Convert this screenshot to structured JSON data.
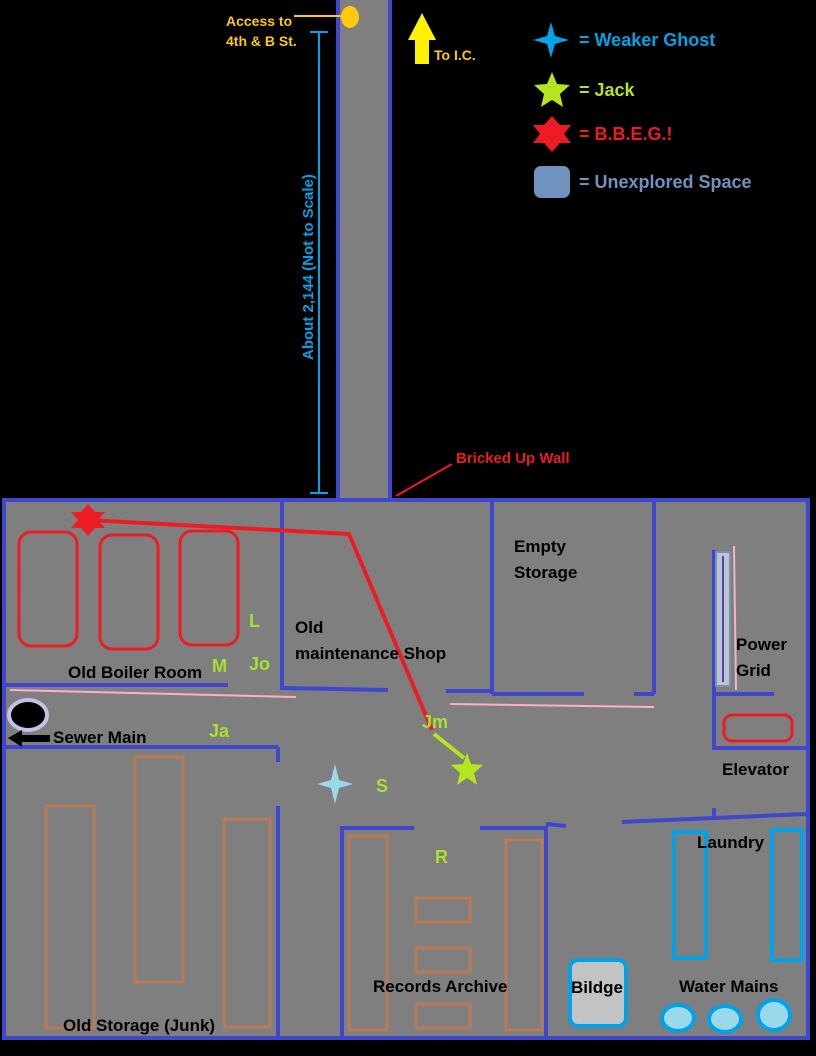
{
  "colors": {
    "background": "#000000",
    "floor": "#7f7f7f",
    "wall": "#3f48cc",
    "route": "#ed1c24",
    "boiler": "#ed1c24",
    "storage_racks": "#b97a57",
    "laundry": "#00a2e8",
    "jack": "#b5e61d",
    "weaker_ghost": "#99d9ea",
    "bbeg": "#ed1c24",
    "unexplored": "#7092be",
    "access": "#ffc90e",
    "pink_line": "#ffaec9",
    "legend_ghost": "#00a2e8",
    "legend_jack": "#b5e61d",
    "legend_bbeg": "#ed1c24",
    "legend_unexplored": "#7092be"
  },
  "top_notes": {
    "access_line1": "Access to",
    "access_line2": "4th & B St.",
    "to_ic": "To I.C.",
    "scale_note": "About 2,144 (Not to Scale)",
    "bricked_wall": "Bricked Up Wall"
  },
  "legend": {
    "weaker_ghost": "= Weaker Ghost",
    "jack": "= Jack",
    "bbeg": "= B.B.E.G.!",
    "unexplored": "= Unexplored Space"
  },
  "rooms": {
    "boiler": "Old Boiler Room",
    "maintenance_line1": "Old",
    "maintenance_line2": "maintenance Shop",
    "empty_line1": "Empty",
    "empty_line2": "Storage",
    "power_line1": "Power",
    "power_line2": "Grid",
    "elevator": "Elevator",
    "sewer": "Sewer Main",
    "laundry": "Laundry",
    "records": "Records Archive",
    "bildge": "Bildge",
    "water": "Water Mains",
    "storage": "Old Storage (Junk)"
  },
  "party": {
    "l": "L",
    "m": "M",
    "jo": "Jo",
    "ja": "Ja",
    "jm": "Jm",
    "s": "S",
    "r": "R"
  }
}
